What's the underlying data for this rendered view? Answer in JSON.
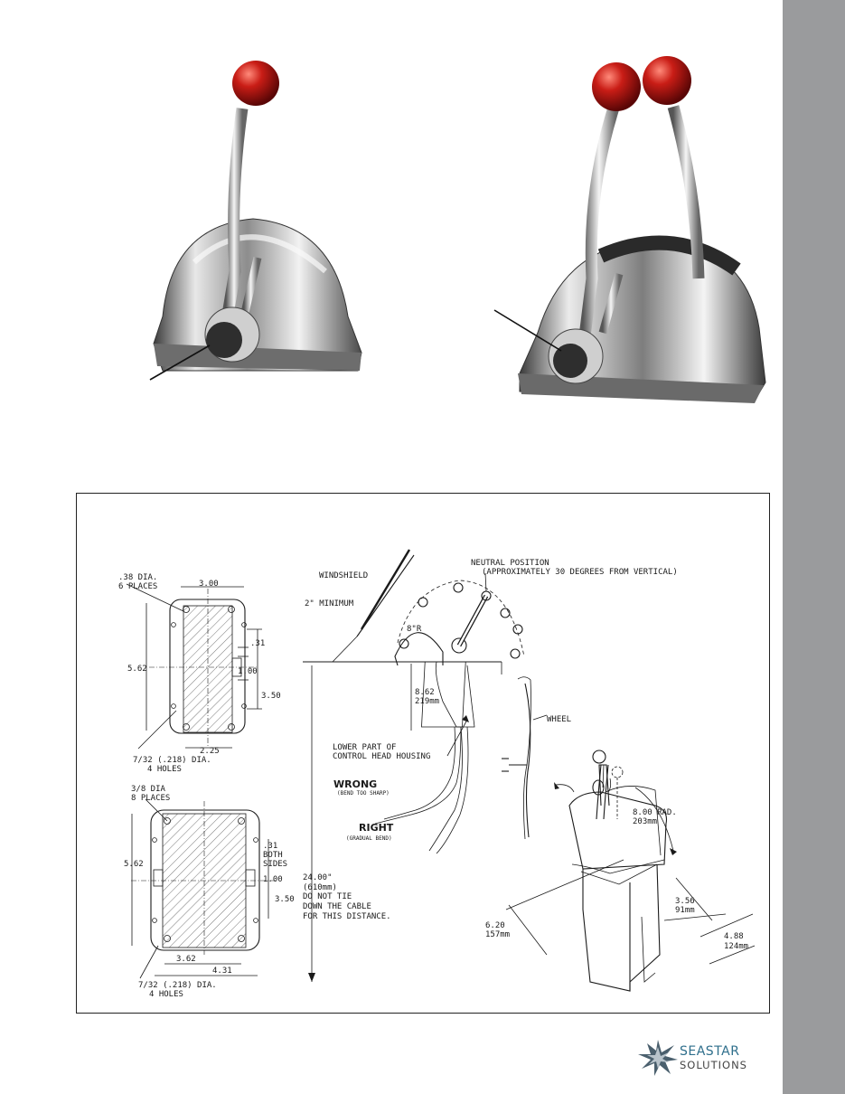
{
  "brand": {
    "name_line1": "SEASTAR",
    "name_line2": "SOLUTIONS",
    "accent": "#2f6f8c",
    "sidebar_color": "#9a9b9d"
  },
  "photos": {
    "single_lever": "single-lever-control-head",
    "dual_lever": "dual-lever-control-head",
    "knob_color": "#b01818"
  },
  "drawing": {
    "top_plate": {
      "holes_note_1": ".38 DIA.",
      "holes_note_2": "6 PLACES",
      "width": "3.00",
      "height": "5.62",
      "offset_31": ".31",
      "gap_100": "1.00",
      "side_350": "3.50",
      "bottom_225": "2.25",
      "mount_1": "7/32 (.218) DIA.",
      "mount_2": "4 HOLES"
    },
    "bottom_plate": {
      "holes_note_1": "3/8 DIA",
      "holes_note_2": "8 PLACES",
      "height": "5.62",
      "offset_31": ".31",
      "both": "BOTH",
      "sides": "SIDES",
      "gap_100": "1.00",
      "side_350": "3.50",
      "bottom_362": "3.62",
      "bottom_431": "4.31",
      "mount_1": "7/32 (.218) DIA.",
      "mount_2": "4 HOLES"
    },
    "install": {
      "neutral_1": "NEUTRAL POSITION",
      "neutral_2": "(APPROXIMATELY 30 DEGREES FROM VERTICAL)",
      "windshield": "WINDSHIELD",
      "minimum": "2\" MINIMUM",
      "radius": "8\"R",
      "depth_in": "8.62",
      "depth_mm": "219mm",
      "wheel": "WHEEL",
      "lower_1": "LOWER PART OF",
      "lower_2": "CONTROL HEAD HOUSING",
      "wrong": "WRONG",
      "wrong_note": "(BEND TOO SHARP)",
      "right": "RIGHT",
      "right_note": "(GRADUAL BEND)",
      "length_in": "24.00\"",
      "length_mm": "(610mm)",
      "tie_1": "DO NOT TIE",
      "tie_2": "DOWN THE CABLE",
      "tie_3": "FOR THIS DISTANCE."
    },
    "iso": {
      "rad_in": "8.00 RAD.",
      "rad_mm": "203mm",
      "w_in": "6.20",
      "w_mm": "157mm",
      "d_in": "3.56",
      "d_mm": "91mm",
      "h_in": "4.88",
      "h_mm": "124mm"
    }
  }
}
